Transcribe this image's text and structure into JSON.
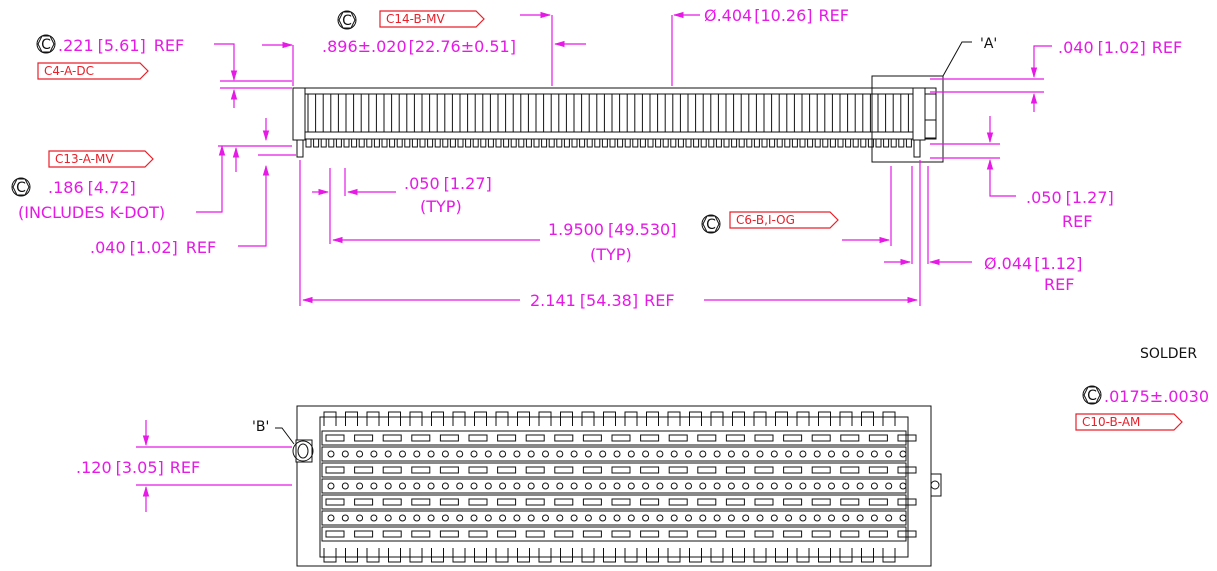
{
  "views": {
    "side": {
      "dim_top_left": ".221",
      "dim_top_left_mm": "[5.61]",
      "dim_top_left_ref": "REF",
      "dim_pitch_width": ".896±.020",
      "dim_pitch_width_mm": "[22.76±0.51]",
      "dim_diameter_top": "Ø.404",
      "dim_diameter_top_mm": "[10.26]",
      "dim_diameter_top_ref": "REF",
      "dim_right_top": ".040",
      "dim_right_top_mm": "[1.02]",
      "dim_right_top_ref": "REF",
      "detail_a_label": "'A'",
      "dim_height": ".186",
      "dim_height_mm": "[4.72]",
      "dim_height_note": "(INCLUDES K-DOT)",
      "dim_pitch": ".050",
      "dim_pitch_mm": "[1.27]",
      "dim_pitch_note": "(TYP)",
      "dim_right_pitch": ".050",
      "dim_right_pitch_mm": "[1.27]",
      "dim_right_pitch_ref": "REF",
      "dim_span": "1.9500",
      "dim_span_mm": "[49.530]",
      "dim_span_note": "(TYP)",
      "dim_bottom_left": ".040",
      "dim_bottom_left_mm": "[1.02]",
      "dim_bottom_left_ref": "REF",
      "dim_post_dia": "Ø.044",
      "dim_post_dia_mm": "[1.12]",
      "dim_post_dia_ref": "REF",
      "dim_overall": "2.141",
      "dim_overall_mm": "[54.38]",
      "dim_overall_ref": "REF"
    },
    "top": {
      "detail_b_label": "'B'",
      "dim_row": ".120",
      "dim_row_mm": "[3.05]",
      "dim_row_ref": "REF"
    }
  },
  "notes": {
    "solder_label": "SOLDER",
    "solder_value": ".0175±.0030"
  },
  "critical_tags": {
    "c4": "C4-A-DC",
    "c14": "C14-B-MV",
    "c13": "C13-A-MV",
    "c6": "C6-B,I-OG",
    "c10": "C10-B-AM"
  },
  "symbols": {
    "critical": "C"
  },
  "colors": {
    "dimension": "#e619e6",
    "critical_tag": "#e8202a",
    "part_outline": "#111111"
  }
}
